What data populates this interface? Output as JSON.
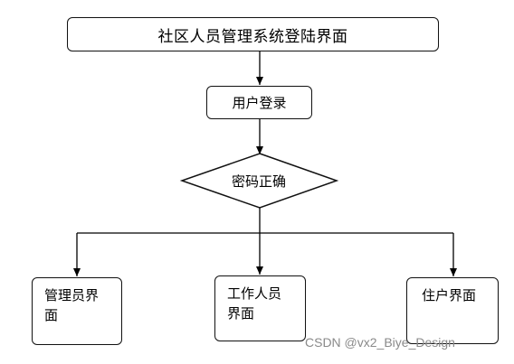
{
  "diagram": {
    "title": "社区人员管理系统登陆界面",
    "login": "用户登录",
    "decision": "密码正确",
    "leaves": {
      "admin": [
        "管理员界",
        "面"
      ],
      "staff": [
        "工作人员",
        "界面"
      ],
      "resident": [
        "住户界面"
      ]
    }
  },
  "watermark": "CSDN @vx2_Biye_Design"
}
